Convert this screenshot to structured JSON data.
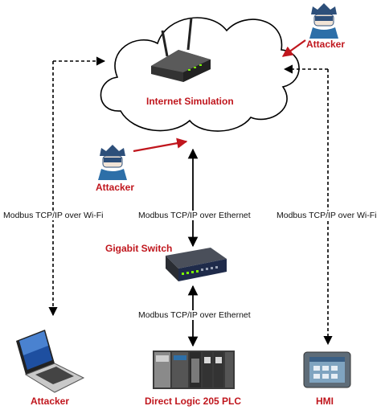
{
  "cloud": {
    "label": "Internet Simulation"
  },
  "nodes": {
    "switch_label": "Gigabit Switch",
    "plc_label": "Direct Logic 205 PLC",
    "hmi_label": "HMI",
    "laptop_label": "Attacker",
    "attacker_top_label": "Attacker",
    "attacker_mid_label": "Attacker"
  },
  "links": {
    "left": "Modbus TCP/IP over Wi-Fi",
    "center_top": "Modbus TCP/IP over Ethernet",
    "center_bottom": "Modbus TCP/IP over Ethernet",
    "right": "Modbus TCP/IP over Wi-Fi"
  },
  "colors": {
    "accent_red": "#c0161d",
    "attacker_blue": "#2d6fa8",
    "line": "#000000"
  },
  "icons": [
    "router-icon",
    "switch-icon",
    "plc-icon",
    "hmi-icon",
    "laptop-icon",
    "attacker-icon"
  ]
}
